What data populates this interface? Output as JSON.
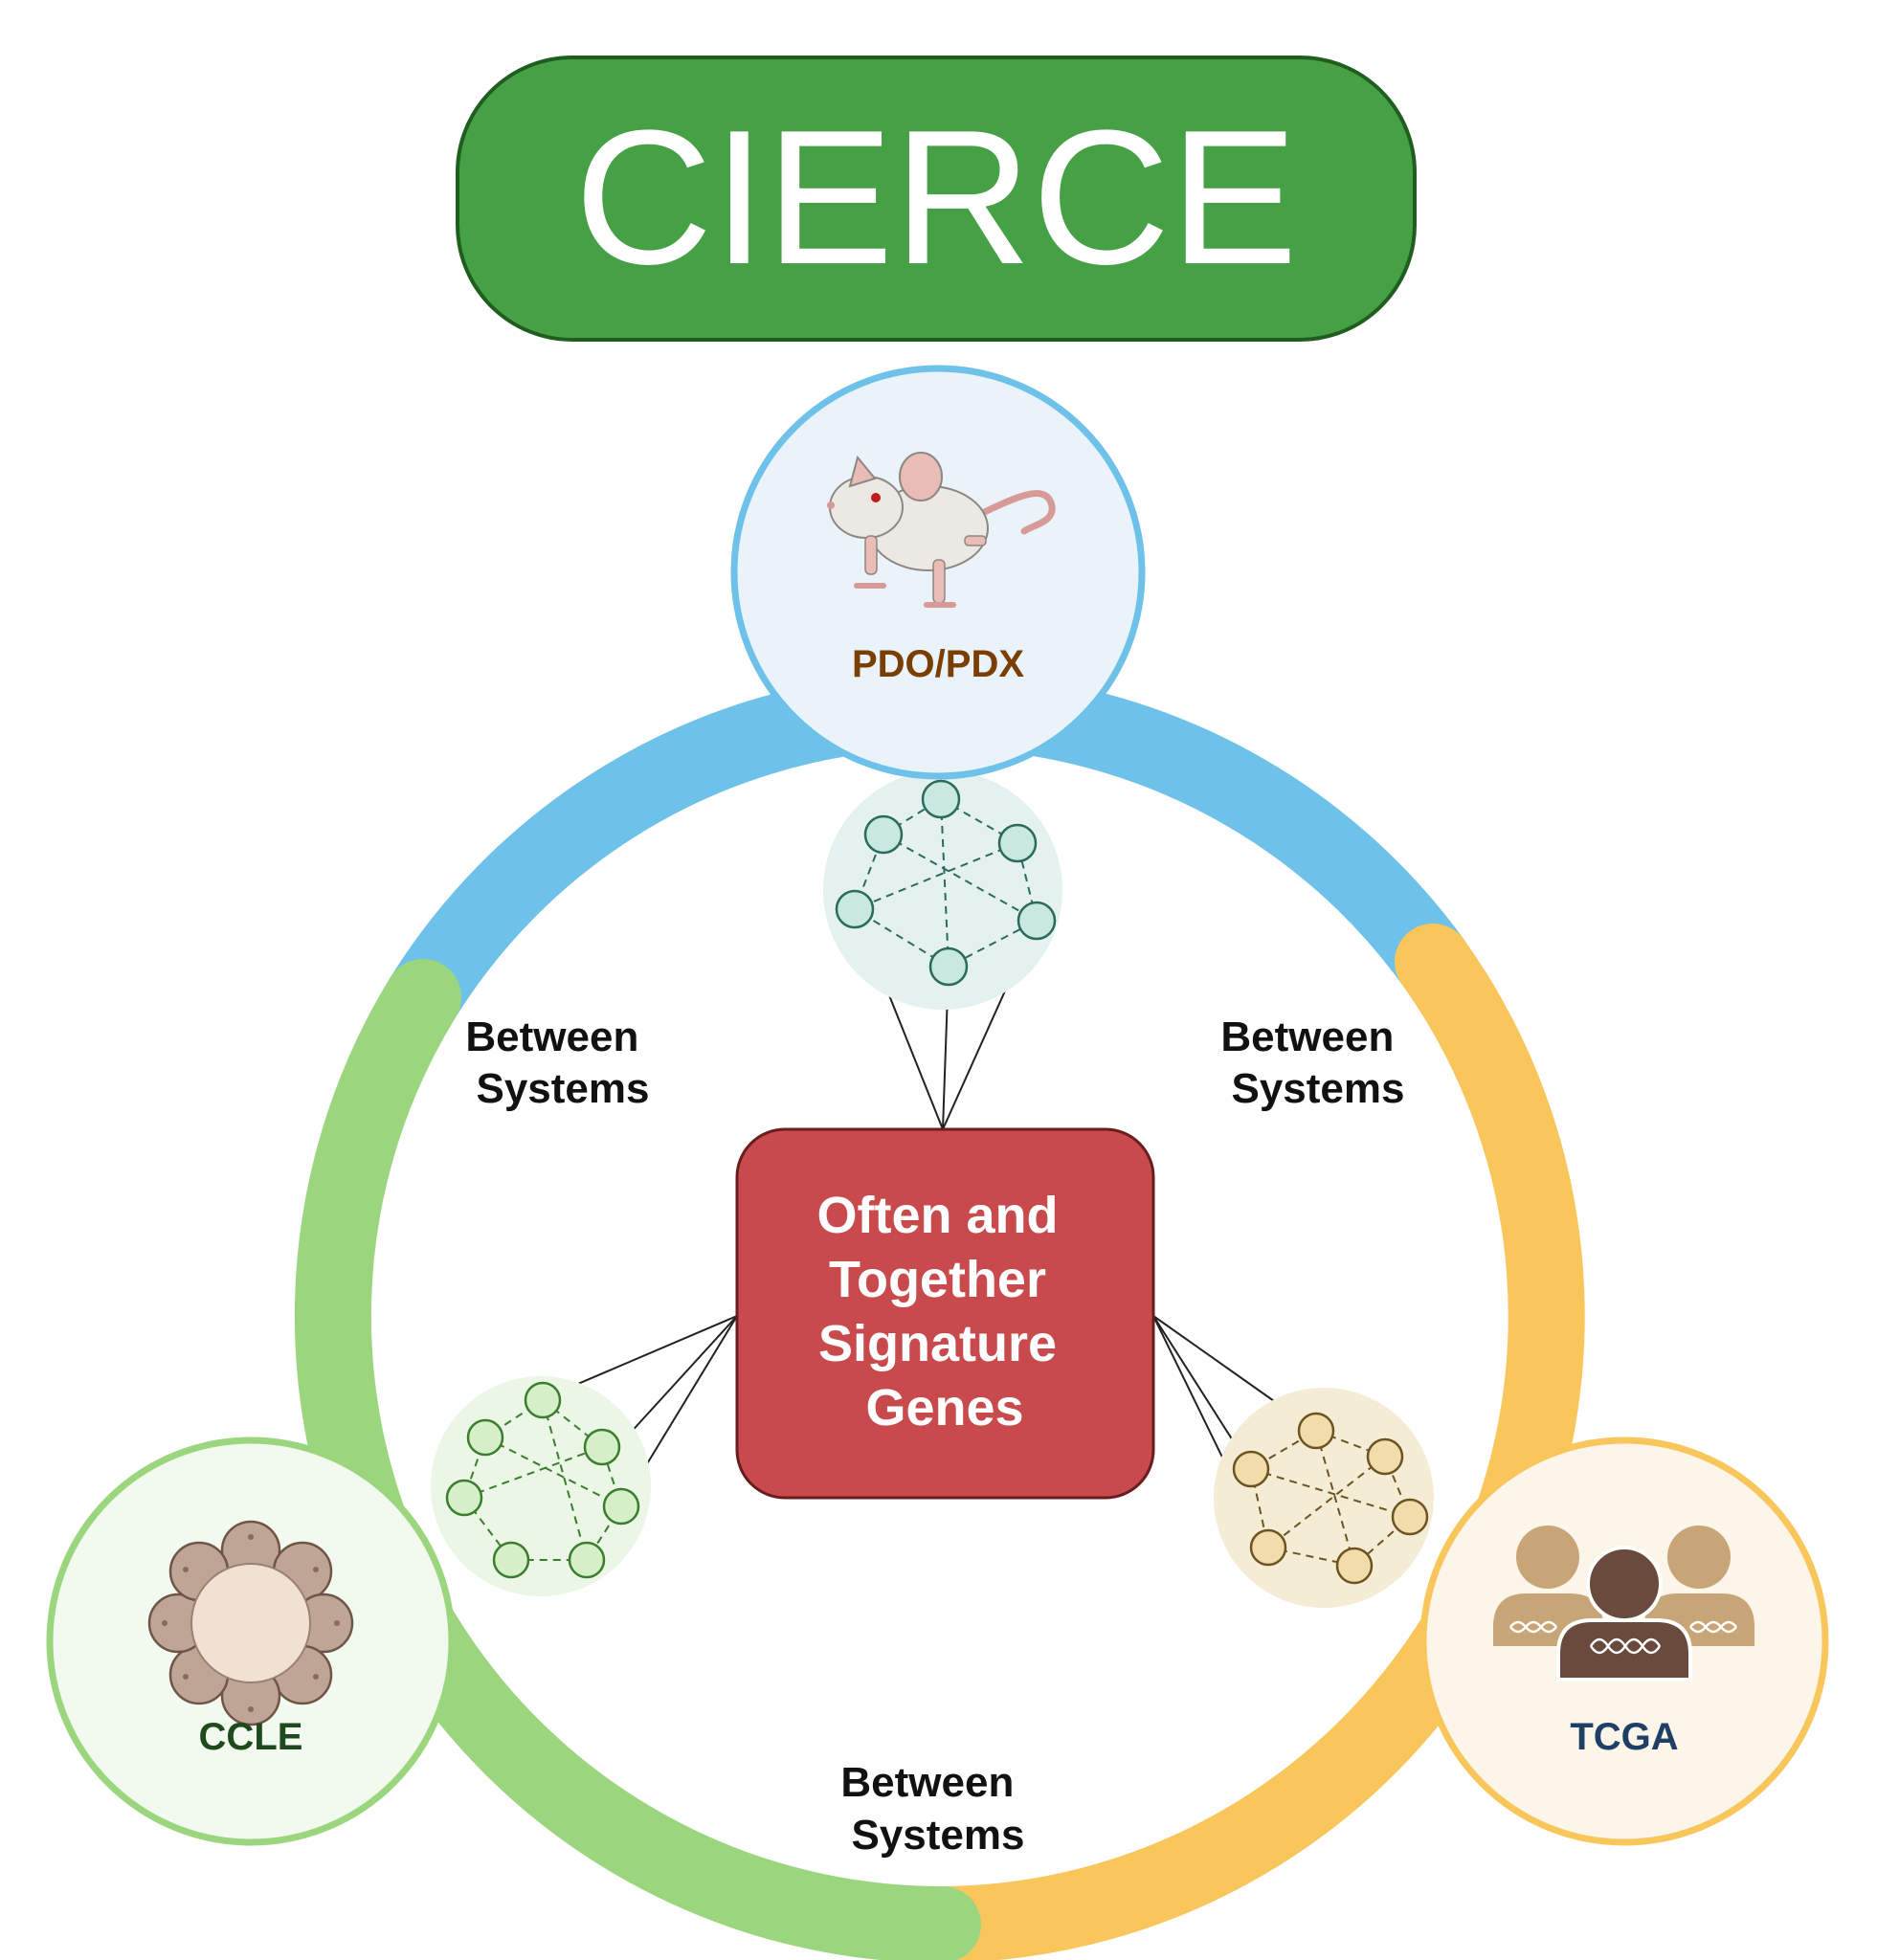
{
  "title": "CIERCE",
  "center": {
    "lines": [
      "Often and",
      "Together",
      "Signature",
      "Genes"
    ]
  },
  "nodes": {
    "pdo": {
      "label": "PDO/PDX",
      "icon": "mouse-icon"
    },
    "ccle": {
      "label": "CCLE",
      "icon": "cell-line-organoid-icon"
    },
    "tcga": {
      "label": "TCGA",
      "icon": "patients-dna-icon"
    }
  },
  "edges": {
    "left": [
      "Between",
      "Systems"
    ],
    "right": [
      "Between",
      "Systems"
    ],
    "bottom": [
      "Between",
      "Systems"
    ]
  },
  "colors": {
    "title_bg": "#46a046",
    "pdo_ring": "#6ec1e8",
    "ccle_ring": "#9bd67e",
    "tcga_ring": "#f9c65c",
    "center_bg": "#c94a4d",
    "pdo_label": "#7a3e00",
    "ccle_label": "#1e4a1e",
    "tcga_label": "#1f3f66"
  }
}
